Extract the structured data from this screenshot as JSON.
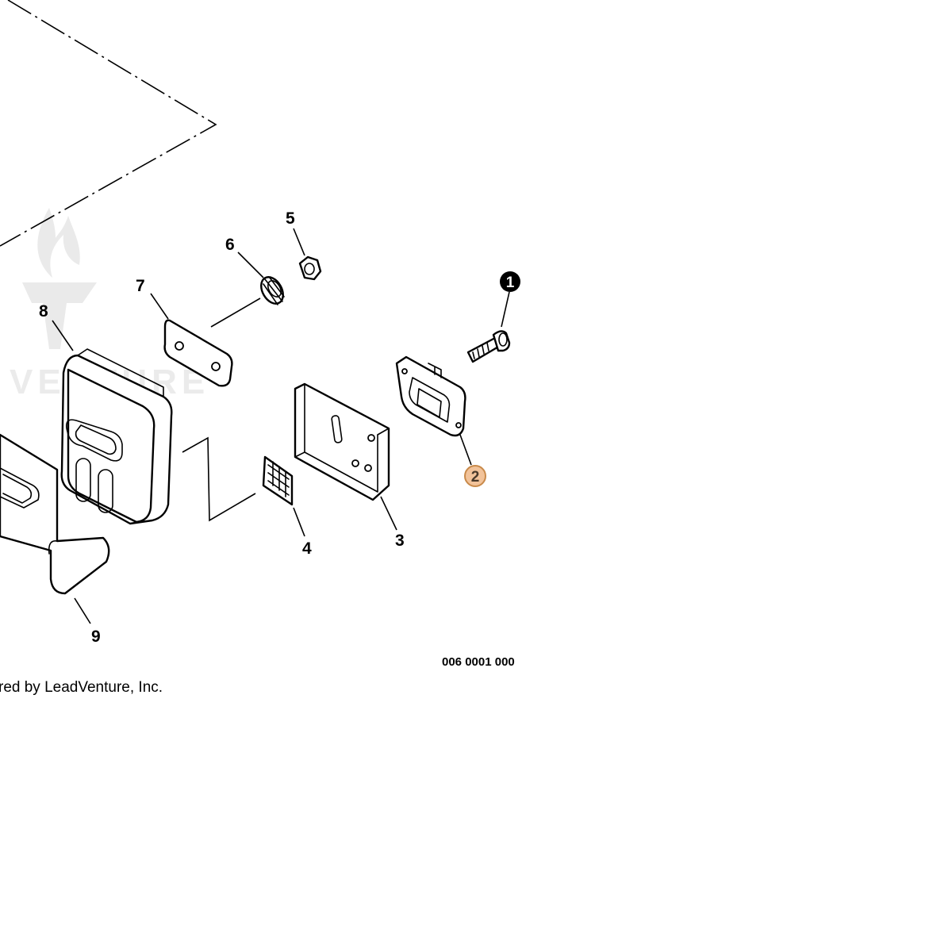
{
  "diagram": {
    "code": "006 0001 000",
    "credit": "red by LeadVenture, Inc.",
    "highlight_color": "#f2c39a",
    "highlight_stroke": "#c98a4a",
    "callouts": [
      {
        "id": "1",
        "label": "1",
        "style": "filled"
      },
      {
        "id": "2",
        "label": "2",
        "style": "highlighted"
      },
      {
        "id": "3",
        "label": "3",
        "style": "plain"
      },
      {
        "id": "4",
        "label": "4",
        "style": "plain"
      },
      {
        "id": "5",
        "label": "5",
        "style": "plain"
      },
      {
        "id": "6",
        "label": "6",
        "style": "plain"
      },
      {
        "id": "7",
        "label": "7",
        "style": "plain"
      },
      {
        "id": "8",
        "label": "8",
        "style": "plain"
      },
      {
        "id": "9",
        "label": "9",
        "style": "plain"
      }
    ],
    "watermark": {
      "text": "VENTURE"
    }
  }
}
